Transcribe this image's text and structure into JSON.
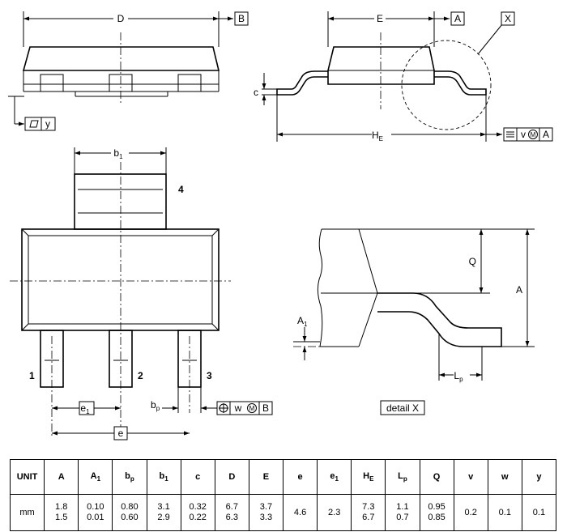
{
  "drawing": {
    "dims": {
      "D": "D",
      "B": "B",
      "E": "E",
      "A": "A",
      "X": "X",
      "c": "c",
      "y": "y",
      "H": "H",
      "H_sub": "E",
      "b": "b",
      "b1_sub": "1",
      "bp_sub": "p",
      "e": "e",
      "e1_sub": "1",
      "v": "v",
      "w": "w",
      "M": "M",
      "Q": "Q",
      "A1": "A",
      "A1_sub": "1",
      "L": "L",
      "Lp_sub": "p"
    },
    "pins": [
      "1",
      "2",
      "3",
      "4"
    ],
    "detail_label": "detail X"
  },
  "table": {
    "headers": [
      {
        "main": "UNIT",
        "sub": ""
      },
      {
        "main": "A",
        "sub": ""
      },
      {
        "main": "A",
        "sub": "1"
      },
      {
        "main": "b",
        "sub": "p"
      },
      {
        "main": "b",
        "sub": "1"
      },
      {
        "main": "c",
        "sub": ""
      },
      {
        "main": "D",
        "sub": ""
      },
      {
        "main": "E",
        "sub": ""
      },
      {
        "main": "e",
        "sub": ""
      },
      {
        "main": "e",
        "sub": "1"
      },
      {
        "main": "H",
        "sub": "E"
      },
      {
        "main": "L",
        "sub": "p"
      },
      {
        "main": "Q",
        "sub": ""
      },
      {
        "main": "v",
        "sub": ""
      },
      {
        "main": "w",
        "sub": ""
      },
      {
        "main": "y",
        "sub": ""
      }
    ],
    "row": [
      [
        "mm"
      ],
      [
        "1.8",
        "1.5"
      ],
      [
        "0.10",
        "0.01"
      ],
      [
        "0.80",
        "0.60"
      ],
      [
        "3.1",
        "2.9"
      ],
      [
        "0.32",
        "0.22"
      ],
      [
        "6.7",
        "6.3"
      ],
      [
        "3.7",
        "3.3"
      ],
      [
        "4.6"
      ],
      [
        "2.3"
      ],
      [
        "7.3",
        "6.7"
      ],
      [
        "1.1",
        "0.7"
      ],
      [
        "0.95",
        "0.85"
      ],
      [
        "0.2"
      ],
      [
        "0.1"
      ],
      [
        "0.1"
      ]
    ]
  }
}
